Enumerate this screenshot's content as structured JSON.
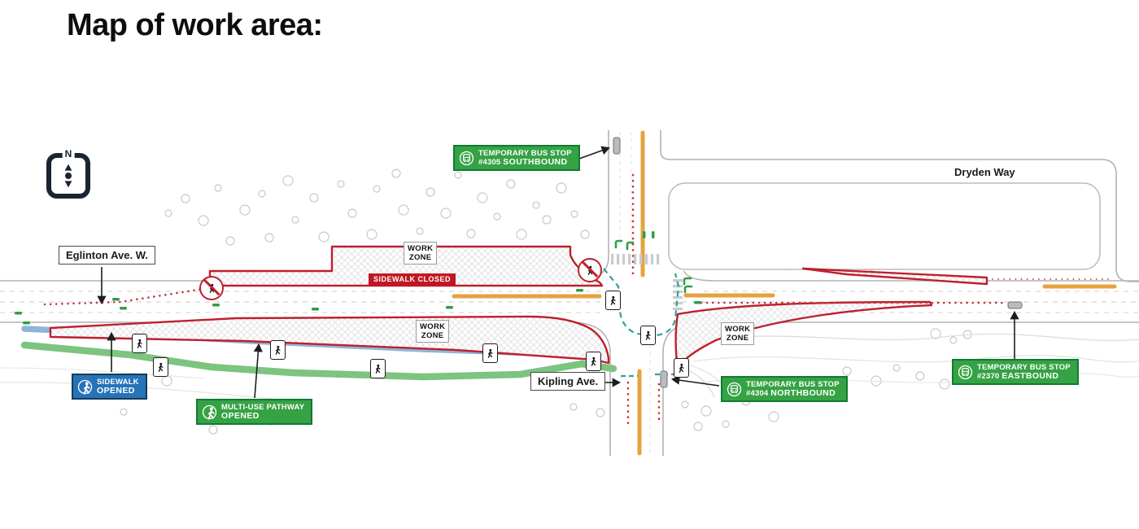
{
  "title": "Map of work area:",
  "compass": {
    "n": "N"
  },
  "streets": {
    "eglinton": "Eglinton Ave. W.",
    "kipling": "Kipling Ave.",
    "dryden": "Dryden Way"
  },
  "work_zone": {
    "line1": "WORK",
    "line2": "ZONE"
  },
  "closures": {
    "sidewalk_closed": "SIDEWALK CLOSED"
  },
  "badges": {
    "sidewalk_opened": {
      "line1": "SIDEWALK",
      "line2": "OPENED"
    },
    "multi_use_pathway": {
      "line1": "MULTI-USE PATHWAY",
      "line2": "OPENED"
    },
    "bus_stop_southbound": {
      "line1": "TEMPORARY BUS STOP",
      "number": "#4305",
      "direction": "SOUTHBOUND"
    },
    "bus_stop_northbound": {
      "line1": "TEMPORARY BUS STOP",
      "number": "#4304",
      "direction": "NORTHBOUND"
    },
    "bus_stop_eastbound": {
      "line1": "TEMPORARY BUS STOP",
      "number": "#2370",
      "direction": "EASTBOUND"
    }
  },
  "colors": {
    "work_zone_red": "#bf1f2e",
    "closed_red": "#c01823",
    "open_green": "#35a244",
    "open_blue": "#2673b8",
    "pathway_green": "#7cc47f",
    "sidewalk_blue": "#8fb4d8",
    "median_orange": "#e5a33e",
    "detour_teal": "#2fa396"
  }
}
